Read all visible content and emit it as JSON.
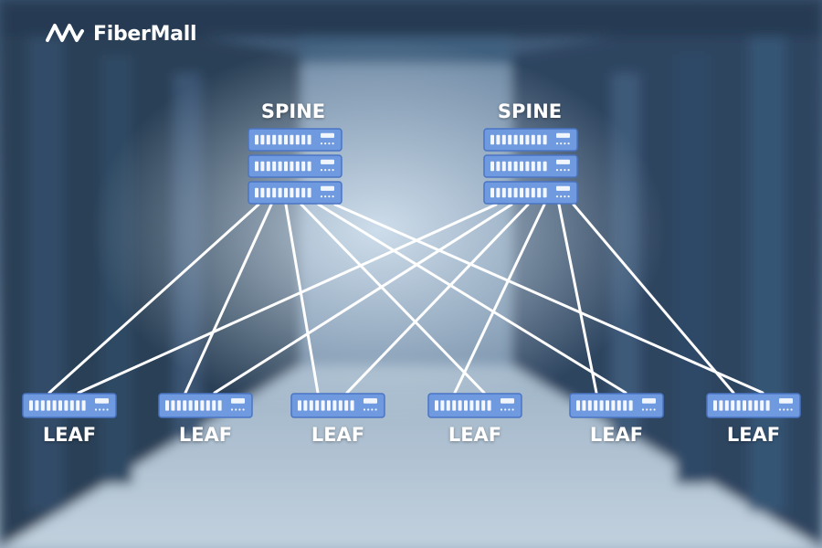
{
  "brand": {
    "name": "FiberMall"
  },
  "spines": [
    {
      "label": "SPINE"
    },
    {
      "label": "SPINE"
    }
  ],
  "leaves": [
    {
      "label": "LEAF"
    },
    {
      "label": "LEAF"
    },
    {
      "label": "LEAF"
    },
    {
      "label": "LEAF"
    },
    {
      "label": "LEAF"
    },
    {
      "label": "LEAF"
    }
  ],
  "colors": {
    "switch": "#6f9ae0",
    "switch_dark": "#4a74c4",
    "link": "#ffffff",
    "background": "#4f6a88"
  },
  "icons": {
    "logo": "fibermall-logo-icon",
    "switch": "network-switch-icon"
  }
}
